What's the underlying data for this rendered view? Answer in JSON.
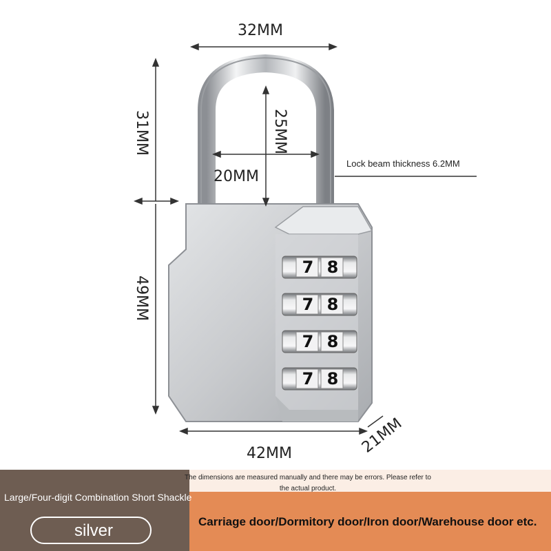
{
  "dimensions": {
    "shackle_width": "32MM",
    "shackle_total_height": "31MM",
    "shackle_inner_height": "25MM",
    "shackle_inner_width": "20MM",
    "body_height": "49MM",
    "body_width": "42MM",
    "body_depth": "21MM"
  },
  "beam_note": "Lock beam thickness 6.2MM",
  "dials": [
    {
      "digits": [
        "7",
        "8"
      ]
    },
    {
      "digits": [
        "7",
        "8"
      ]
    },
    {
      "digits": [
        "7",
        "8"
      ]
    },
    {
      "digits": [
        "7",
        "8"
      ]
    }
  ],
  "disclaimer": "The dimensions are measured manually and there may be errors. Please refer to the actual product.",
  "product_caption": "Large/Four-digit Combination Short Shackle",
  "color_option": "silver",
  "use_cases": "Carriage door/Dormitory door/Iron door/Warehouse door etc.",
  "colors": {
    "banner_left": "#6e5d52",
    "banner_right": "#e48b55",
    "metal": "#cfd1d4"
  }
}
